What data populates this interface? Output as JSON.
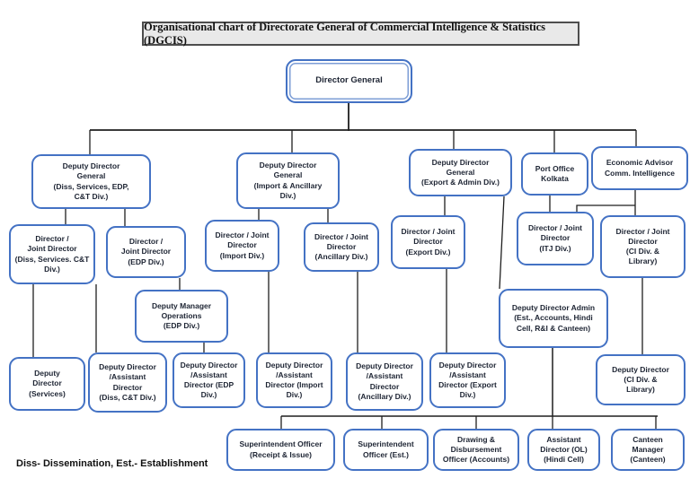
{
  "title": "Organisational chart of Directorate General of Commercial Intelligence & Statistics (DGCIS)",
  "footnote": "Diss- Dissemination, Est.- Establishment",
  "colors": {
    "box_border": "#4472c4",
    "line": "#1f1f1f",
    "title_bg": "#e9e9e9",
    "text": "#1d2433"
  },
  "chart_data": {
    "type": "table",
    "title": "Organisational chart of Directorate General of Commercial Intelligence & Statistics (DGCIS)",
    "hierarchy": {
      "Director General": {
        "Deputy Director General (Diss, Services, EDP, C&T Div.)": {
          "Director / Joint Director (Diss, Services. C&T Div.)": [
            "Deputy Director (Services)",
            "Deputy Director /Assistant Director (Diss, C&T Div.)"
          ],
          "Director / Joint Director (EDP Div.)": {
            "Deputy Manager Operations (EDP Div.)": [
              "Deputy Director /Assistant Director (EDP Div.)"
            ]
          }
        },
        "Deputy Director General (Import & Ancillary Div.)": {
          "Director / Joint Director (Import Div.)": [
            "Deputy Director /Assistant Director (Import Div.)"
          ],
          "Director / Joint Director (Ancillary Div.)": [
            "Deputy Director /Assistant Director (Ancillary Div.)"
          ]
        },
        "Deputy Director General (Export & Admin Div.)": {
          "Director / Joint Director (Export Div.)": [
            "Deputy Director /Assistant Director (Export Div.)"
          ],
          "Deputy Director Admin (Est., Accounts, Hindi Cell, R&I & Canteen)": [
            "Superintendent Officer (Receipt & Issue)",
            "Superintendent Officer (Est.)",
            "Drawing & Disbursement Officer (Accounts)",
            "Assistant Director (OL) (Hindi Cell)",
            "Canteen Manager (Canteen)"
          ]
        },
        "Port Office Kolkata": [
          "Director / Joint Director (ITJ Div.)"
        ],
        "Economic Advisor Comm. Intelligence": {
          "Director / Joint Director (CI Div. & Library)": [
            "Deputy Director (CI Div. & Library)"
          ]
        }
      }
    }
  },
  "nodes": {
    "dg": {
      "label": "Director General"
    },
    "ddg_diss": {
      "label": "Deputy Director\nGeneral\n(Diss, Services, EDP,\nC&T Div.)"
    },
    "ddg_import": {
      "label": "Deputy Director\nGeneral\n(Import & Ancillary\nDiv.)"
    },
    "ddg_export": {
      "label": "Deputy Director\nGeneral\n(Export & Admin Div.)"
    },
    "port": {
      "label": "Port Office\nKolkata"
    },
    "econ": {
      "label": "Economic Advisor\nComm. Intelligence"
    },
    "dir_diss": {
      "label": "Director /\nJoint Director\n(Diss, Services. C&T\nDiv.)"
    },
    "dir_edp": {
      "label": "Director /\nJoint Director\n(EDP Div.)"
    },
    "dir_import": {
      "label": "Director / Joint\nDirector\n(Import Div.)"
    },
    "dir_ancillary": {
      "label": "Director / Joint\nDirector\n(Ancillary Div.)"
    },
    "dir_export": {
      "label": "Director / Joint\nDirector\n(Export Div.)"
    },
    "dir_itj": {
      "label": "Director / Joint\nDirector\n(ITJ Div.)"
    },
    "dir_ci": {
      "label": "Director / Joint\nDirector\n(CI Div. &\nLibrary)"
    },
    "dmo": {
      "label": "Deputy Manager\nOperations\n(EDP Div.)"
    },
    "dda": {
      "label": "Deputy Director Admin\n(Est., Accounts, Hindi\nCell, R&I & Canteen)"
    },
    "dd_services": {
      "label": "Deputy\nDirector\n(Services)"
    },
    "dd_diss": {
      "label": "Deputy Director\n/Assistant\nDirector\n(Diss, C&T Div.)"
    },
    "dd_edp": {
      "label": "Deputy Director\n/Assistant\nDirector (EDP\nDiv.)"
    },
    "dd_import": {
      "label": "Deputy Director\n/Assistant\nDirector (Import\nDiv.)"
    },
    "dd_ancillary": {
      "label": "Deputy Director\n/Assistant\nDirector\n(Ancillary Div.)"
    },
    "dd_export": {
      "label": "Deputy Director\n/Assistant\nDirector (Export\nDiv.)"
    },
    "dd_ci": {
      "label": "Deputy Director\n(CI Div. &\nLibrary)"
    },
    "so_receipt": {
      "label": "Superintendent Officer\n(Receipt & Issue)"
    },
    "so_est": {
      "label": "Superintendent\nOfficer (Est.)"
    },
    "ddo": {
      "label": "Drawing &\nDisbursement\nOfficer (Accounts)"
    },
    "ad_ol": {
      "label": "Assistant\nDirector (OL)\n(Hindi Cell)"
    },
    "canteen": {
      "label": "Canteen\nManager\n(Canteen)"
    }
  }
}
